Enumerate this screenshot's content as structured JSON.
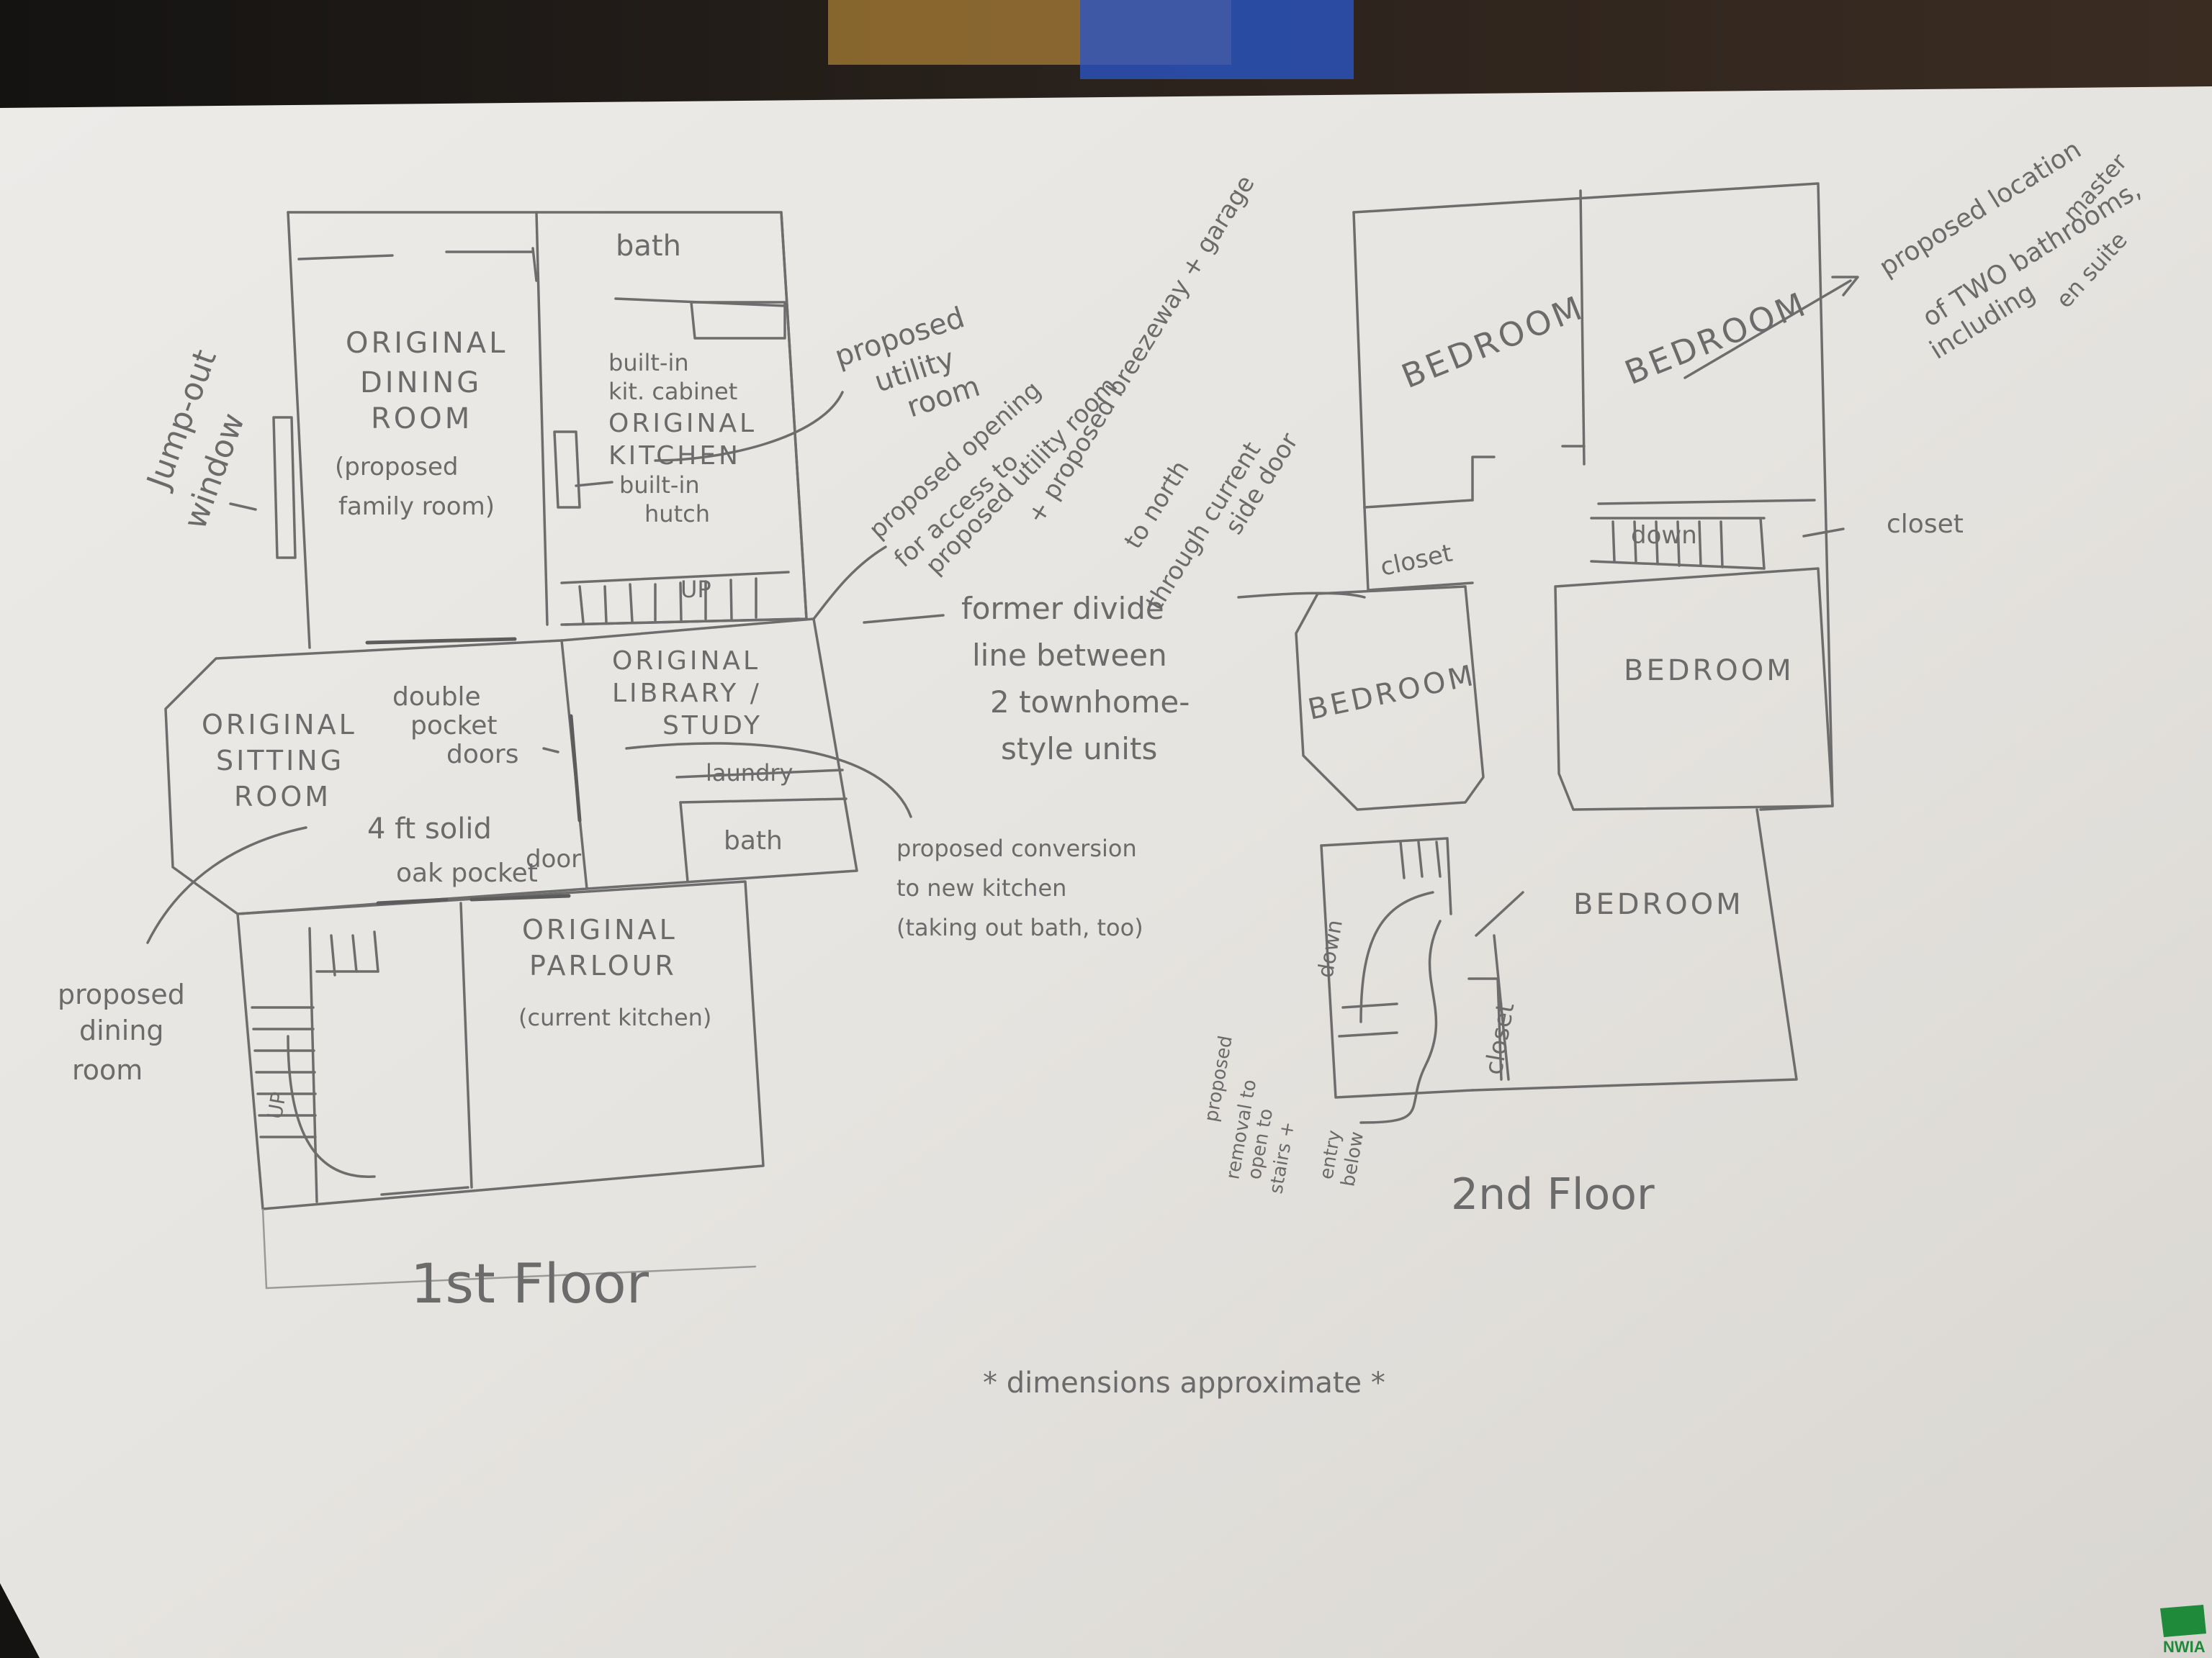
{
  "first_floor": {
    "title": "1st Floor",
    "rooms": {
      "bath_top": "bath",
      "dining_1": "ORIGINAL",
      "dining_2": "DINING",
      "dining_3": "ROOM",
      "dining_4": "(proposed",
      "dining_5": "family room)",
      "kitchen_1": "built-in",
      "kitchen_2": "kit. cabinet",
      "kitchen_3": "ORIGINAL",
      "kitchen_4": "KITCHEN",
      "hutch_1": "built-in",
      "hutch_2": "hutch",
      "stairs_up_top": "UP",
      "sitting_1": "ORIGINAL",
      "sitting_2": "SITTING",
      "sitting_3": "ROOM",
      "pocket_1": "double",
      "pocket_2": "pocket",
      "pocket_3": "doors",
      "oak_1": "4 ft solid",
      "oak_2": "oak pocket",
      "oak_3": "door",
      "library_1": "ORIGINAL",
      "library_2": "LIBRARY /",
      "library_3": "STUDY",
      "laundry": "laundry",
      "bath_lower": "bath",
      "parlour_1": "ORIGINAL",
      "parlour_2": "PARLOUR",
      "parlour_3": "(current kitchen)",
      "stairs_up_bottom": "UP"
    },
    "notes": {
      "jump_out_1": "Jump-out",
      "jump_out_2": "window",
      "utility_1": "proposed",
      "utility_2": "utility",
      "utility_3": "room",
      "opening_1": "proposed opening",
      "opening_2": "for access to",
      "opening_3": "proposed utility room",
      "opening_4": "+ proposed breezeway + garage",
      "opening_5": "to north",
      "opening_6": "through current",
      "opening_7": "side door",
      "divide_1": "former divide",
      "divide_2": "line between",
      "divide_3": "2 townhome-",
      "divide_4": "style units",
      "conversion_1": "proposed conversion",
      "conversion_2": "to new kitchen",
      "conversion_3": "(taking out bath, too)",
      "dining_room_1": "proposed",
      "dining_room_2": "dining",
      "dining_room_3": "room"
    }
  },
  "second_floor": {
    "title": "2nd Floor",
    "rooms": {
      "bedroom_tl": "BEDROOM",
      "bedroom_tr": "BEDROOM",
      "closet_top": "closet",
      "stairs_down_top": "down",
      "closet_right": "closet",
      "bedroom_ml": "BEDROOM",
      "bedroom_mr": "BEDROOM",
      "bedroom_br": "BEDROOM",
      "stairs_down_bottom": "down",
      "closet_bottom": "closet"
    },
    "notes": {
      "bath_1": "proposed location",
      "bath_2": "of TWO bathrooms,",
      "bath_3": "including",
      "bath_4": "master",
      "bath_5": "en suite",
      "removal_1": "proposed",
      "removal_2": "removal to",
      "removal_3": "open to",
      "removal_4": "stairs +",
      "removal_5": "entry",
      "removal_6": "below"
    }
  },
  "footnote": "* dimensions approximate *",
  "watermark": "NWIA",
  "colors": {
    "paper": "#e7e5e1",
    "pencil": "#6b6b6b",
    "background": "#1d1a17",
    "watermark_green": "#1f8a3a"
  }
}
